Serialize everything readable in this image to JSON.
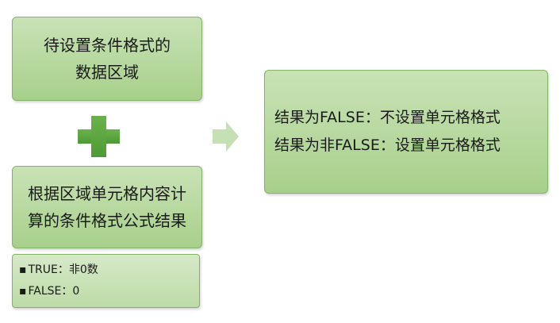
{
  "source_box": {
    "lines": [
      "待设置条件格式的",
      "数据区域"
    ]
  },
  "formula_box": {
    "lines": [
      "根据区域单元格内容计",
      "算的条件格式公式结果"
    ]
  },
  "values_box": {
    "lines": [
      "TRUE：非0数",
      "FALSE：0"
    ]
  },
  "result_box": {
    "lines": [
      "结果为FALSE：不设置单元格格式",
      "结果为非FALSE：设置单元格格式"
    ]
  },
  "colors": {
    "box_fill": "#a7d08b",
    "box_border": "#82b366",
    "plus": "#5aa63e",
    "arrow": "#c5e0b4"
  },
  "icons": {
    "plus": "plus-icon",
    "arrow": "right-arrow-icon"
  }
}
